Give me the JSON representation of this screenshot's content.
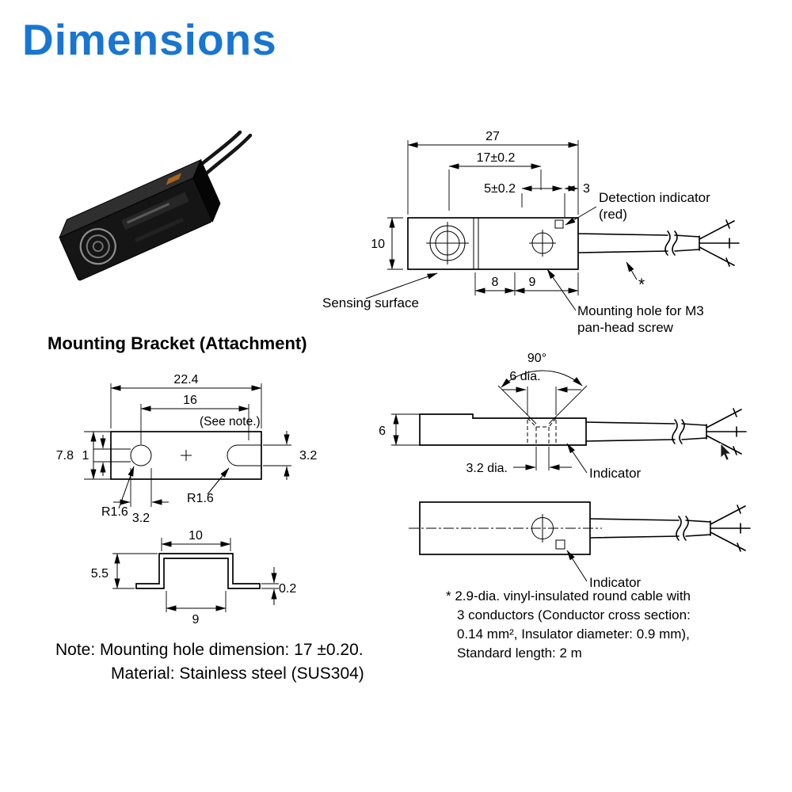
{
  "title": "Dimensions",
  "colors": {
    "title": "#1876d2",
    "drawing": "#000000",
    "background": "#ffffff"
  },
  "icons": {
    "mouse_cursor": "arrow-pointer"
  },
  "top_view": {
    "dim_width": "27",
    "dim_span": "17±0.2",
    "dim_offset": "5±0.2",
    "dim_edge": "3",
    "dim_height": "10",
    "dim_a": "8",
    "dim_b": "9",
    "label_sensing_surface": "Sensing surface",
    "label_detection_indicator_line1": "Detection indicator",
    "label_detection_indicator_line2": "(red)",
    "label_mounting_hole_line1": "Mounting hole for M3",
    "label_mounting_hole_line2": "pan-head screw",
    "cable_footnote_mark": "*"
  },
  "bracket": {
    "heading": "Mounting Bracket (Attachment)",
    "dim_width": "22.4",
    "dim_slot_span": "16",
    "see_note": "(See note.)",
    "dim_height": "7.8",
    "dim_offset": "1",
    "dim_slot_width_right": "3.2",
    "radius_left": "R1.6",
    "radius_right": "R1.6",
    "dim_slot_width_left": "3.2",
    "profile": {
      "dim_top": "10",
      "dim_height": "5.5",
      "dim_thickness": "0.2",
      "dim_bottom": "9"
    }
  },
  "side_view": {
    "dim_angle": "90°",
    "dim_hole_dia": "6 dia.",
    "dim_height": "6",
    "dim_inner_dia": "3.2 dia.",
    "label_indicator": "Indicator"
  },
  "bottom_view": {
    "label_indicator": "Indicator"
  },
  "note": {
    "line1": "Note: Mounting hole dimension: 17 ±0.20.",
    "line2": "Material: Stainless steel (SUS304)"
  },
  "footnote": {
    "line1": "* 2.9-dia. vinyl-insulated round cable with",
    "line2": "3 conductors (Conductor cross section:",
    "line3": "0.14 mm², Insulator diameter: 0.9 mm),",
    "line4": "Standard length: 2 m"
  }
}
